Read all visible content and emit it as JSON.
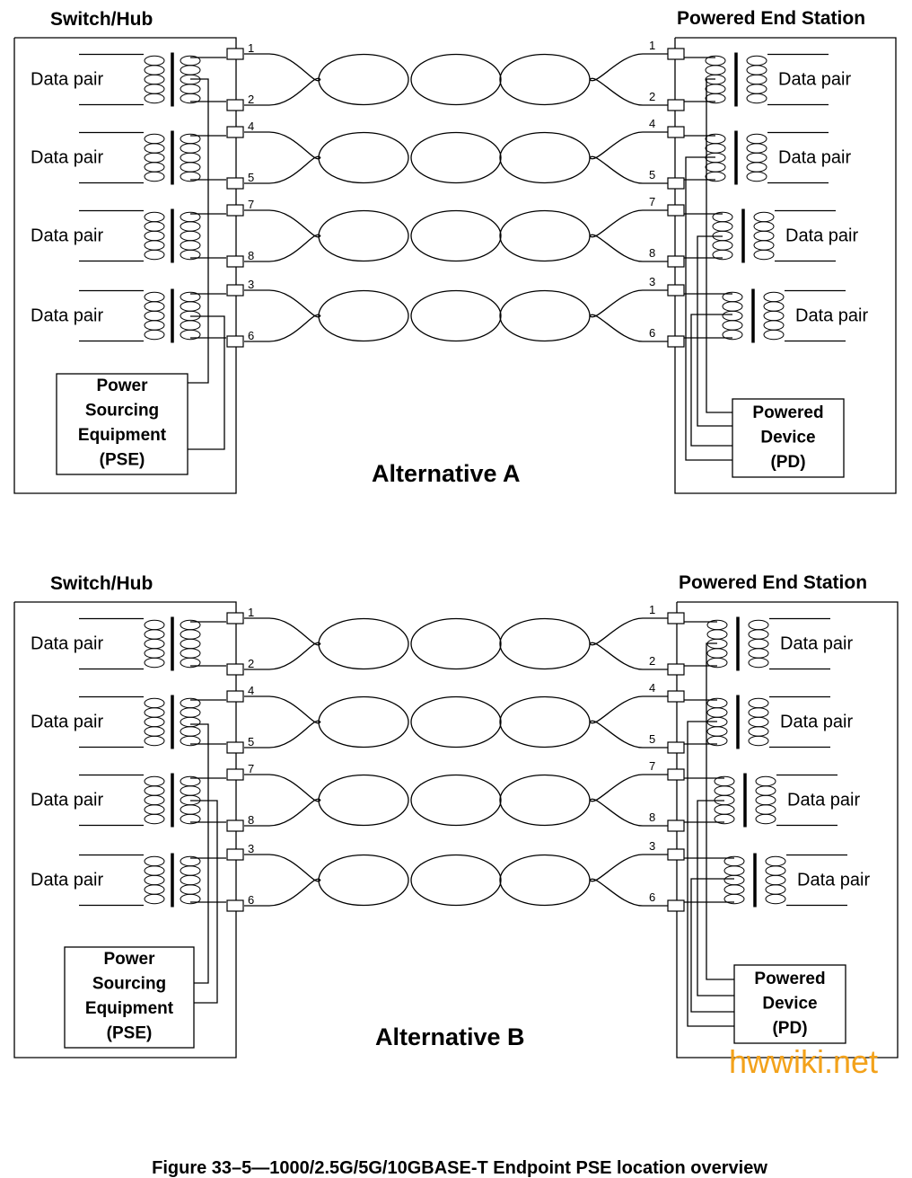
{
  "diagrams": [
    {
      "name": "alternative-a",
      "switch_title": "Switch/Hub",
      "station_title": "Powered End Station",
      "alternative_label": "Alternative A",
      "left_data_pairs": [
        "Data pair",
        "Data pair",
        "Data pair",
        "Data pair"
      ],
      "right_data_pairs": [
        "Data pair",
        "Data pair",
        "Data pair",
        "Data pair"
      ],
      "pse_lines": [
        "Power",
        "Sourcing",
        "Equipment",
        "(PSE)"
      ],
      "pd_lines": [
        "Powered",
        "Device",
        "(PD)"
      ],
      "pins": [
        [
          "1",
          "2"
        ],
        [
          "4",
          "5"
        ],
        [
          "7",
          "8"
        ],
        [
          "3",
          "6"
        ]
      ],
      "pse_feeds_pairs": [
        0,
        3
      ]
    },
    {
      "name": "alternative-b",
      "switch_title": "Switch/Hub",
      "station_title": "Powered End Station",
      "alternative_label": "Alternative B",
      "left_data_pairs": [
        "Data pair",
        "Data pair",
        "Data pair",
        "Data pair"
      ],
      "right_data_pairs": [
        "Data pair",
        "Data pair",
        "Data pair",
        "Data pair"
      ],
      "pse_lines": [
        "Power",
        "Sourcing",
        "Equipment",
        "(PSE)"
      ],
      "pd_lines": [
        "Powered",
        "Device",
        "(PD)"
      ],
      "pins": [
        [
          "1",
          "2"
        ],
        [
          "4",
          "5"
        ],
        [
          "7",
          "8"
        ],
        [
          "3",
          "6"
        ]
      ],
      "pse_feeds_pairs": [
        1,
        2
      ]
    }
  ],
  "watermark": "hwwiki.net",
  "caption": "Figure 33–5—1000/2.5G/5G/10GBASE-T Endpoint PSE location overview"
}
